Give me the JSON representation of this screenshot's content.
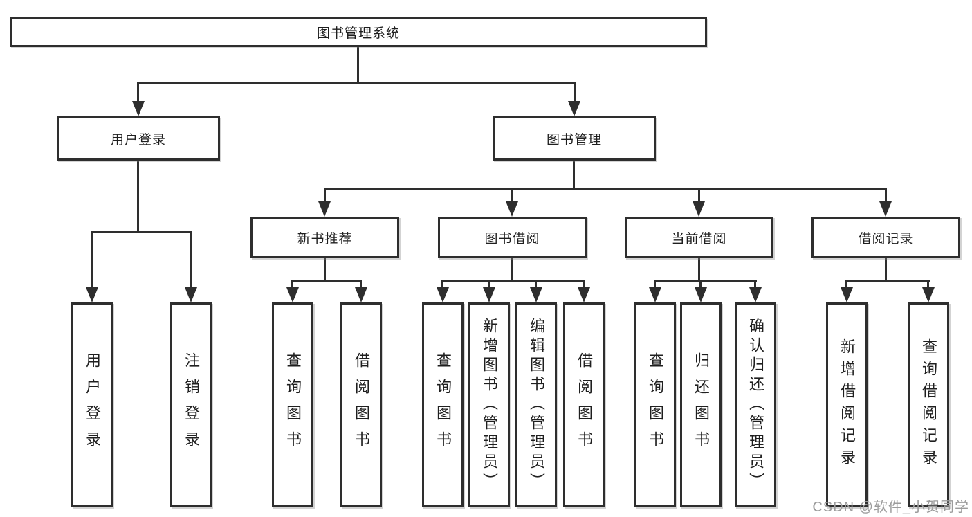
{
  "colors": {
    "background": "#ffffff",
    "line": "#2e2e2e",
    "text": "#1f1f1f",
    "watermark": "#9c9c9c"
  },
  "watermark": {
    "text": "CSDN @软件_小贺同学"
  },
  "diagram": {
    "root": {
      "label": "图书管理系统"
    },
    "level2": [
      {
        "label": "用户登录"
      },
      {
        "label": "图书管理"
      }
    ],
    "level3": [
      {
        "label": "新书推荐"
      },
      {
        "label": "图书借阅"
      },
      {
        "label": "当前借阅"
      },
      {
        "label": "借阅记录"
      }
    ],
    "leaves": {
      "user_login": [
        "用户登录",
        "注销登录"
      ],
      "new_book_recommend": [
        "查询图书",
        "借阅图书"
      ],
      "book_borrowing": [
        "查询图书",
        "新增图书（管理员）",
        "编辑图书（管理员）",
        "借阅图书"
      ],
      "current_borrowing": [
        "查询图书",
        "归还图书",
        "确认归还（管理员）"
      ],
      "borrowing_records": [
        "新增借阅记录",
        "查询借阅记录"
      ]
    }
  }
}
